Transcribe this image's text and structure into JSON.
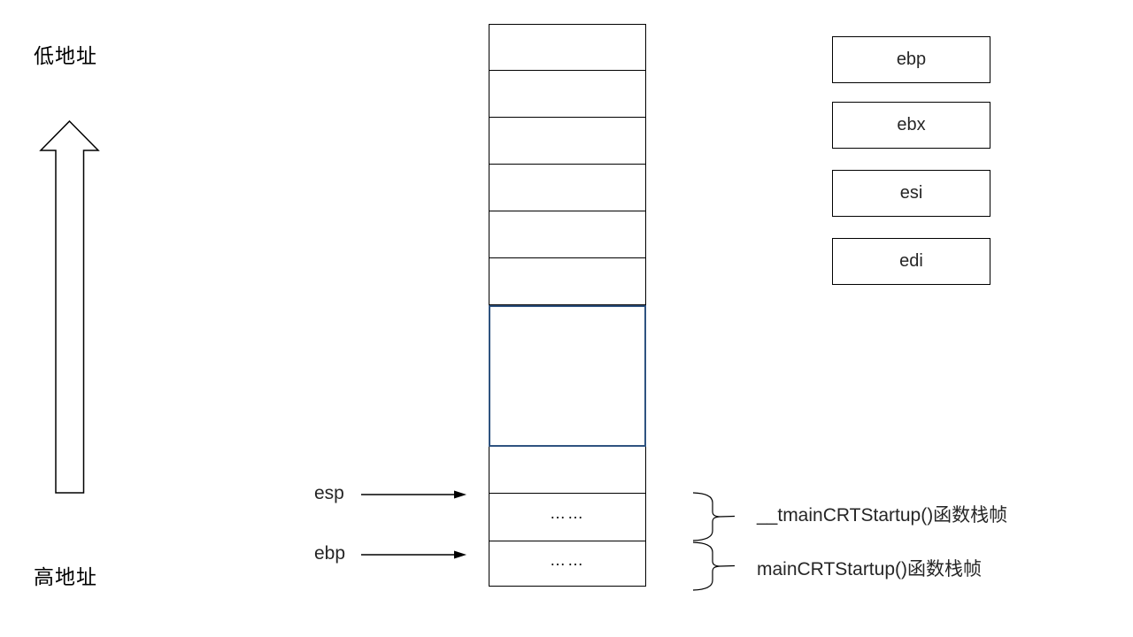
{
  "diagram": {
    "low_address_label": "低地址",
    "high_address_label": "高地址"
  },
  "stack": {
    "highlight_border": "#2f5380",
    "cells": [
      {
        "label": ""
      },
      {
        "label": ""
      },
      {
        "label": ""
      },
      {
        "label": ""
      },
      {
        "label": ""
      },
      {
        "label": ""
      },
      {
        "label": ""
      },
      {
        "label": "……"
      },
      {
        "label": "……"
      }
    ]
  },
  "pointers": {
    "esp_label": "esp",
    "ebp_label": "ebp"
  },
  "registers": [
    {
      "label": "ebp"
    },
    {
      "label": "ebx"
    },
    {
      "label": "esi"
    },
    {
      "label": "edi"
    }
  ],
  "frames": [
    {
      "label": "__tmainCRTStartup()函数栈帧"
    },
    {
      "label": "mainCRTStartup()函数栈帧"
    }
  ],
  "colors": {
    "line": "#000000",
    "highlight_blue": "#2f5380"
  }
}
